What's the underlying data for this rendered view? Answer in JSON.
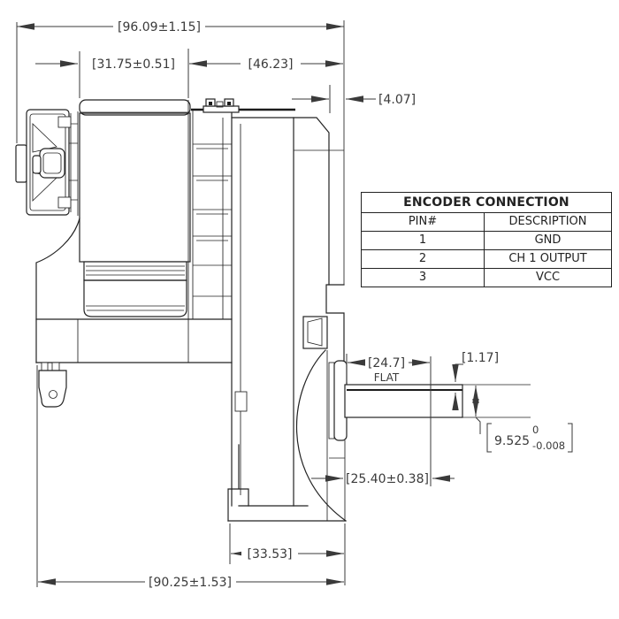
{
  "drawing": {
    "dim_total_top": "[96.09±1.15]",
    "dim_stack": "[31.75±0.51]",
    "dim_mid": "[46.23]",
    "dim_step": "[4.07]",
    "dim_flat_len": "[24.7]",
    "dim_flat_label": "FLAT",
    "dim_flat_depth": "[1.17]",
    "dim_shaft_dia": "9.525",
    "dim_shaft_dia_upper": "0",
    "dim_shaft_dia_lower": "-0.008",
    "dim_shaft_len": "[25.40±0.38]",
    "dim_gear_width": "[33.53]",
    "dim_total_bottom": "[90.25±1.53]",
    "line_color": "#232323"
  },
  "encoder_table": {
    "title": "ENCODER CONNECTION",
    "headers": [
      "PIN#",
      "DESCRIPTION"
    ],
    "rows": [
      [
        "1",
        "GND"
      ],
      [
        "2",
        "CH 1 OUTPUT"
      ],
      [
        "3",
        "VCC"
      ]
    ]
  }
}
